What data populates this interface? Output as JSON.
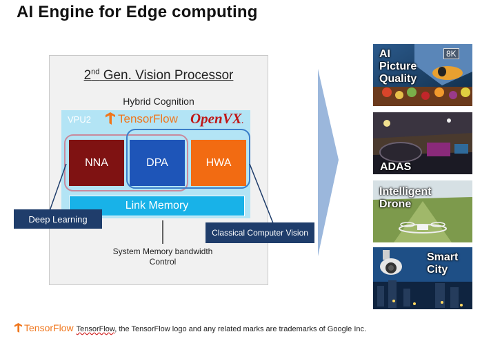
{
  "title": "AI Engine for Edge computing",
  "processor": {
    "title_prefix": "2",
    "title_sup": "nd",
    "title_rest": " Gen. Vision Processor",
    "subtitle": "Hybrid Cognition",
    "vpu_label": "VPU2",
    "tensorflow_logo": "TensorFlow",
    "openvx_logo": "OpenVX",
    "openvx_dot": ".",
    "units": [
      {
        "label": "NNA",
        "color": "#7f1212"
      },
      {
        "label": "DPA",
        "color": "#1e55b8"
      },
      {
        "label": "HWA",
        "color": "#f26b12"
      }
    ],
    "link_memory": "Link Memory"
  },
  "callouts": {
    "deep_learning": "Deep Learning",
    "classical_cv": "Classical Computer Vision",
    "system_memory": "System Memory bandwidth\nControl"
  },
  "applications": [
    {
      "label": "AI\nPicture\nQuality",
      "badge": "8K"
    },
    {
      "label": "ADAS"
    },
    {
      "label": "Intelligent\nDrone"
    },
    {
      "label": "Smart\nCity"
    }
  ],
  "footer": {
    "logo": "TensorFlow",
    "text_underlined": "TensorFlow",
    "text_rest": ", the TensorFlow logo and any related marks are trademarks of Google Inc."
  },
  "colors": {
    "nna": "#7f1212",
    "dpa": "#1e55b8",
    "hwa": "#f26b12",
    "link_memory": "#18b2e8",
    "vpu_panel": "#b3e4f5",
    "callout_tag": "#1f3d6b",
    "arrow": "#9bb7dc",
    "deep_learning_outline": "#c9899c",
    "classical_cv_outline": "#3b7ec9"
  }
}
